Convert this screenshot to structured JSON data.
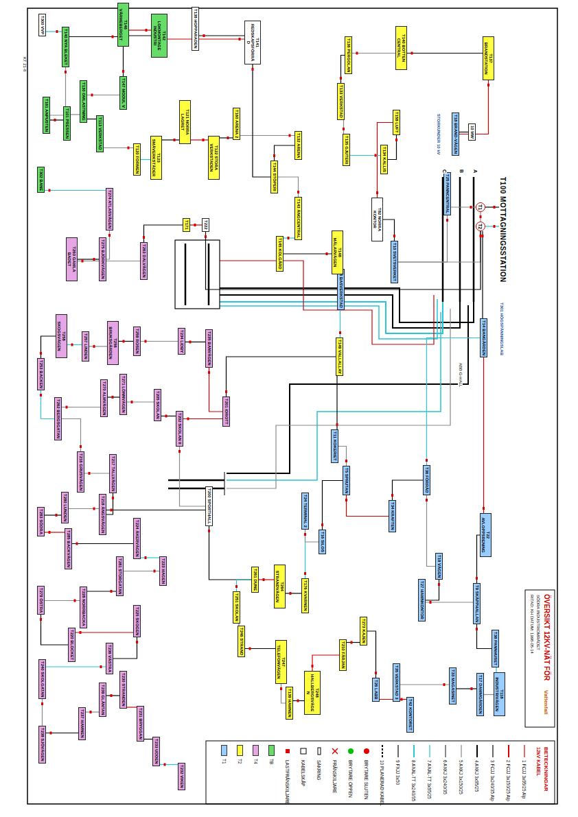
{
  "diagram": {
    "title": "ÖVERSIKT 12KV-NÄT FÖR",
    "nodes": [
      {
        "text": [
          "T100 MOTTAGNINGSSTATION"
        ]
      },
      {
        "text": [
          "T1"
        ]
      },
      {
        "text": [
          "T2"
        ]
      },
      {
        "text": [
          "10 MW"
        ]
      },
      {
        "text": [
          "T18 BRAND-VÄGEN"
        ]
      },
      {
        "text": [
          "T25 PANNCENTRAL"
        ]
      },
      {
        "text": [
          "T82 NORRA KONTOR"
        ]
      },
      {
        "text": [
          "T10 SVETSVERKET"
        ]
      },
      {
        "text": [
          "T4 BASVERKSTAD"
        ]
      },
      {
        "text": [
          "T14 BANGÅRDEN"
        ]
      },
      {
        "text": [
          "T300 VVP"
        ]
      },
      {
        "text": [
          "T140 NYA BLEKET"
        ]
      },
      {
        "text": [
          "T146 VÄRMEBERGET"
        ]
      },
      {
        "text": [
          "T142 LOKMONTAGE INDUSTRI"
        ]
      },
      {
        "text": [
          "T138 HOPPARADEN"
        ]
      },
      {
        "text": [
          "T141 REDSKAPSFÖRRÅD"
        ]
      },
      {
        "text": [
          "T147 MODUL V"
        ]
      },
      {
        "text": [
          "T130 OMLASTNING"
        ]
      },
      {
        "text": [
          "T161 ANPUSTEN"
        ]
      },
      {
        "text": [
          "T101 PRESSEN"
        ]
      },
      {
        "text": [
          "T113 VERKSTAD"
        ]
      },
      {
        "text": [
          "T302 BANE"
        ]
      },
      {
        "text": [
          "T136 PERGOLAN"
        ]
      },
      {
        "text": [
          "T140 BOTTEN CENTRAL"
        ]
      },
      {
        "text": [
          "T137 BRANDSTATION"
        ]
      },
      {
        "text": [
          "T133 VERKSTAD"
        ]
      },
      {
        "text": [
          "T158 LUFT"
        ]
      },
      {
        "text": [
          "T134 KALLIS"
        ]
      },
      {
        "text": [
          "T135 GJUTERI"
        ]
      },
      {
        "text": [
          "T132 ARENA"
        ]
      },
      {
        "text": [
          "T160 ARENA 2"
        ]
      },
      {
        "text": [
          "T121 NORRA LAGRET"
        ]
      },
      {
        "text": [
          "T122 STORA VERKSTADEN"
        ]
      },
      {
        "text": [
          "T123 SMÅVERKSTÄDER"
        ]
      },
      {
        "text": [
          "T120 FORMEN"
        ]
      },
      {
        "text": [
          "T144 STÖPERI"
        ]
      },
      {
        "text": [
          "T143 ÅNGCENTRAL"
        ]
      },
      {
        "text": [
          "T145 KOLGÅRD"
        ]
      },
      {
        "text": [
          "T148 MÄLARVÄGEN"
        ]
      },
      {
        "text": [
          "T171"
        ]
      },
      {
        "text": [
          "T222"
        ]
      },
      {
        "text": [
          "T274 ATLASVÄGEN"
        ]
      },
      {
        "text": [
          "T260 GAMLA BADET"
        ]
      },
      {
        "text": [
          "T275 BJÖRKVÄGEN"
        ]
      },
      {
        "text": [
          "T263 DALVÄGEN"
        ]
      },
      {
        "text": [
          "T258 SKOGSVÄGEN"
        ]
      },
      {
        "text": [
          "T257 LINDEN"
        ]
      },
      {
        "text": [
          "T256 BRUKSGÅRDEN"
        ]
      },
      {
        "text": [
          "T259 ROSEN"
        ]
      },
      {
        "text": [
          "T253 BACKEN"
        ]
      },
      {
        "text": [
          "T234 LIDBY"
        ]
      },
      {
        "text": [
          "T235 BANVÄGEN"
        ]
      },
      {
        "text": [
          "T270 ALMVÄGEN"
        ]
      },
      {
        "text": [
          "T271 LÖNNVÄGEN"
        ]
      },
      {
        "text": [
          "T262 BERGSGATAN"
        ]
      },
      {
        "text": [
          "T205 SKOLAN"
        ]
      },
      {
        "text": [
          "T202 SKOLAN II"
        ]
      },
      {
        "text": [
          "T201 IDROTT"
        ]
      },
      {
        "text": [
          "T216 GRUSVÄGEN"
        ]
      },
      {
        "text": [
          "T217 TALLVÄGEN"
        ]
      },
      {
        "text": [
          "T218 ÄNGSVÄGEN"
        ]
      },
      {
        "text": [
          "T280 LUNDEN"
        ]
      },
      {
        "text": [
          "T283 SÖDRA"
        ]
      },
      {
        "text": [
          "T285 BACKVÄGEN"
        ]
      },
      {
        "text": [
          "T224 ÅKERVÄGEN"
        ]
      },
      {
        "text": [
          "T223 HAGEN"
        ]
      },
      {
        "text": [
          "T281 STORGATAN"
        ]
      },
      {
        "text": [
          "T279 ÖSTRA"
        ]
      },
      {
        "text": [
          "T228 NORRBACKA"
        ]
      },
      {
        "text": [
          "T220 BLOCKET"
        ]
      },
      {
        "text": [
          "T225 SKOGEN"
        ]
      },
      {
        "text": [
          "T236 VÄSTRA"
        ]
      },
      {
        "text": [
          "T240 SKOLGATAN"
        ]
      },
      {
        "text": [
          "T238 SJÖVÄGEN"
        ]
      },
      {
        "text": [
          "T237 HAMNEN"
        ]
      },
      {
        "text": [
          "T239 GLÄNTAN"
        ]
      },
      {
        "text": [
          "T230 STRANDEN"
        ]
      },
      {
        "text": [
          "T231 BRYGGAN"
        ]
      },
      {
        "text": [
          "T233 UDDEN"
        ]
      },
      {
        "text": [
          "T232 VIKEN"
        ]
      },
      {
        "text": [
          "T200 SPORTHALL"
        ]
      },
      {
        "text": [
          "T149 VALLALLAY"
        ]
      },
      {
        "text": [
          "T261 DUNE"
        ]
      },
      {
        "text": [
          "T264 STRANDVÄGEN"
        ]
      },
      {
        "text": [
          "T251 SKOLAN"
        ]
      },
      {
        "text": [
          "T246 STRAND"
        ]
      },
      {
        "text": [
          "T247 TELEFONVÄGEN"
        ]
      },
      {
        "text": [
          "T248 HALLBERGSVÄGEN"
        ]
      },
      {
        "text": [
          "T176 KVARNEN"
        ]
      },
      {
        "text": [
          "T139 HAMNEN"
        ]
      },
      {
        "text": [
          "T210 FÄRJAN"
        ]
      },
      {
        "text": [
          "T273 KAJEN"
        ]
      },
      {
        "text": [
          "T24 TERMINAL 2"
        ]
      },
      {
        "text": [
          "T16 SILOS"
        ]
      },
      {
        "text": [
          "T5 SPRUTAN"
        ]
      },
      {
        "text": [
          "T11 KOKERIET"
        ]
      },
      {
        "text": [
          "T34 KRAFTEN"
        ]
      },
      {
        "text": [
          "T36 FÖRRÅD"
        ]
      },
      {
        "text": [
          "T19 VÄGEN"
        ]
      },
      {
        "text": [
          "T22 AVLOPPSRENING"
        ]
      },
      {
        "text": [
          "T27 HAMNKONTOR"
        ]
      },
      {
        "text": [
          "T9 SKÄPPHALLAN"
        ]
      },
      {
        "text": [
          "T38 PANNHUSET"
        ]
      },
      {
        "text": [
          "T17 DAMMGÅRDEN"
        ]
      },
      {
        "text": [
          "T118 INDUSTRIVÄGEN"
        ]
      },
      {
        "text": [
          "T33 MAGASINET"
        ]
      },
      {
        "text": [
          "T35 VERKSTAD 3"
        ]
      },
      {
        "text": [
          "T42 KONTORET"
        ]
      },
      {
        "text": [
          "T26 LABB"
        ]
      }
    ],
    "edges": [
      {
        "from": 4,
        "to": 3,
        "arrow": "none"
      },
      {
        "from": 5,
        "to": 7,
        "arrow": "none"
      },
      {
        "from": 7,
        "to": 6,
        "arrow": "none"
      },
      {
        "from": 6,
        "to": 26,
        "arrow": "none"
      },
      {
        "from": 26,
        "to": 27,
        "arrow": "none"
      },
      {
        "from": 27,
        "to": 28,
        "arrow": "none"
      },
      {
        "from": 28,
        "to": 25,
        "arrow": "none"
      },
      {
        "from": 25,
        "to": 22,
        "arrow": "none"
      },
      {
        "from": 22,
        "to": 23,
        "arrow": "none"
      },
      {
        "from": 23,
        "to": 24,
        "arrow": "none"
      },
      {
        "from": 24,
        "to": 4,
        "arrow": "none"
      },
      {
        "from": 0,
        "to": 1,
        "arrow": "none"
      },
      {
        "from": 0,
        "to": 2,
        "arrow": "none"
      },
      {
        "from": 1,
        "to": 5,
        "arrow": "none"
      },
      {
        "from": 2,
        "to": 9,
        "arrow": "none"
      },
      {
        "from": 1,
        "to": 7,
        "arrow": "none"
      },
      {
        "from": 2,
        "to": 8,
        "arrow": "none"
      },
      {
        "from": 8,
        "to": 38,
        "arrow": "none"
      },
      {
        "from": 38,
        "to": 37,
        "arrow": "none"
      },
      {
        "from": 37,
        "to": 36,
        "arrow": "none"
      },
      {
        "from": 36,
        "to": 35,
        "arrow": "none"
      },
      {
        "from": 35,
        "to": 29,
        "arrow": "none"
      },
      {
        "from": 29,
        "to": 30,
        "arrow": "none"
      },
      {
        "from": 30,
        "to": 32,
        "arrow": "none"
      },
      {
        "from": 32,
        "to": 31,
        "arrow": "none"
      },
      {
        "from": 31,
        "to": 33,
        "arrow": "none"
      },
      {
        "from": 33,
        "to": 34,
        "arrow": "none"
      },
      {
        "from": 34,
        "to": 20,
        "arrow": "none"
      },
      {
        "from": 20,
        "to": 17,
        "arrow": "none"
      },
      {
        "from": 17,
        "to": 16,
        "arrow": "none"
      },
      {
        "from": 16,
        "to": 13,
        "arrow": "none"
      },
      {
        "from": 13,
        "to": 12,
        "arrow": "none"
      },
      {
        "from": 12,
        "to": 11,
        "arrow": "none"
      },
      {
        "from": 11,
        "to": 10,
        "arrow": "none"
      },
      {
        "from": 11,
        "to": 18,
        "arrow": "none"
      },
      {
        "from": 18,
        "to": 19,
        "arrow": "none"
      },
      {
        "from": 19,
        "to": 17,
        "arrow": "none"
      },
      {
        "from": 14,
        "to": 15,
        "arrow": "none"
      },
      {
        "from": 15,
        "to": 13,
        "arrow": "none"
      },
      {
        "from": 15,
        "to": 35,
        "arrow": "none"
      },
      {
        "from": 21,
        "to": 41,
        "arrow": "none"
      },
      {
        "from": 41,
        "to": 43,
        "arrow": "none"
      },
      {
        "from": 43,
        "to": 42,
        "arrow": "none"
      },
      {
        "from": 42,
        "to": 44,
        "arrow": "none"
      },
      {
        "from": 44,
        "to": 39,
        "arrow": "none"
      },
      {
        "from": 39,
        "to": 40,
        "arrow": "none"
      },
      {
        "from": 40,
        "to": 8,
        "arrow": "none"
      },
      {
        "from": 45,
        "to": 46,
        "arrow": "none"
      },
      {
        "from": 46,
        "to": 47,
        "arrow": "none"
      },
      {
        "from": 47,
        "to": 48,
        "arrow": "none"
      },
      {
        "from": 48,
        "to": 50,
        "arrow": "none"
      },
      {
        "from": 50,
        "to": 51,
        "arrow": "none"
      },
      {
        "from": 51,
        "to": 57,
        "arrow": "none"
      },
      {
        "from": 49,
        "to": 45,
        "arrow": "none"
      },
      {
        "from": 49,
        "to": 54,
        "arrow": "none"
      },
      {
        "from": 54,
        "to": 52,
        "arrow": "none"
      },
      {
        "from": 52,
        "to": 53,
        "arrow": "none"
      },
      {
        "from": 53,
        "to": 55,
        "arrow": "none"
      },
      {
        "from": 55,
        "to": 56,
        "arrow": "none"
      },
      {
        "from": 56,
        "to": 57,
        "arrow": "none"
      },
      {
        "from": 57,
        "to": 81,
        "arrow": "none"
      },
      {
        "from": 81,
        "to": 8,
        "arrow": "none"
      },
      {
        "from": 58,
        "to": 59,
        "arrow": "none"
      },
      {
        "from": 59,
        "to": 60,
        "arrow": "none"
      },
      {
        "from": 60,
        "to": 61,
        "arrow": "none"
      },
      {
        "from": 61,
        "to": 62,
        "arrow": "none"
      },
      {
        "from": 62,
        "to": 63,
        "arrow": "none"
      },
      {
        "from": 63,
        "to": 64,
        "arrow": "none"
      },
      {
        "from": 64,
        "to": 65,
        "arrow": "none"
      },
      {
        "from": 65,
        "to": 66,
        "arrow": "none"
      },
      {
        "from": 66,
        "to": 68,
        "arrow": "none"
      },
      {
        "from": 68,
        "to": 67,
        "arrow": "none"
      },
      {
        "from": 67,
        "to": 69,
        "arrow": "none"
      },
      {
        "from": 69,
        "to": 70,
        "arrow": "none"
      },
      {
        "from": 70,
        "to": 71,
        "arrow": "none"
      },
      {
        "from": 71,
        "to": 72,
        "arrow": "none"
      },
      {
        "from": 72,
        "to": 73,
        "arrow": "none"
      },
      {
        "from": 73,
        "to": 74,
        "arrow": "none"
      },
      {
        "from": 74,
        "to": 75,
        "arrow": "none"
      },
      {
        "from": 75,
        "to": 76,
        "arrow": "none"
      },
      {
        "from": 76,
        "to": 77,
        "arrow": "none"
      },
      {
        "from": 77,
        "to": 78,
        "arrow": "none"
      },
      {
        "from": 78,
        "to": 79,
        "arrow": "none"
      },
      {
        "from": 58,
        "to": 54,
        "arrow": "none"
      },
      {
        "from": 60,
        "to": 80,
        "arrow": "none"
      },
      {
        "from": 56,
        "to": 80,
        "arrow": "none"
      },
      {
        "from": 80,
        "to": 82,
        "arrow": "none"
      },
      {
        "from": 82,
        "to": 83,
        "arrow": "none"
      },
      {
        "from": 83,
        "to": 88,
        "arrow": "none"
      },
      {
        "from": 84,
        "to": 82,
        "arrow": "none"
      },
      {
        "from": 84,
        "to": 85,
        "arrow": "none"
      },
      {
        "from": 85,
        "to": 86,
        "arrow": "none"
      },
      {
        "from": 86,
        "to": 89,
        "arrow": "none"
      },
      {
        "from": 89,
        "to": 87,
        "arrow": "none"
      },
      {
        "from": 87,
        "to": 90,
        "arrow": "none"
      },
      {
        "from": 90,
        "to": 91,
        "arrow": "none"
      },
      {
        "from": 88,
        "to": 92,
        "arrow": "none"
      },
      {
        "from": 92,
        "to": 93,
        "arrow": "none"
      },
      {
        "from": 93,
        "to": 94,
        "arrow": "none"
      },
      {
        "from": 94,
        "to": 95,
        "arrow": "none"
      },
      {
        "from": 95,
        "to": 81,
        "arrow": "none"
      },
      {
        "from": 94,
        "to": 96,
        "arrow": "none"
      },
      {
        "from": 96,
        "to": 97,
        "arrow": "none"
      },
      {
        "from": 97,
        "to": 9,
        "arrow": "none"
      },
      {
        "from": 97,
        "to": 98,
        "arrow": "none"
      },
      {
        "from": 98,
        "to": 100,
        "arrow": "none"
      },
      {
        "from": 100,
        "to": 101,
        "arrow": "none"
      },
      {
        "from": 101,
        "to": 99,
        "arrow": "none"
      },
      {
        "from": 99,
        "to": 9,
        "arrow": "none"
      },
      {
        "from": 101,
        "to": 102,
        "arrow": "none"
      },
      {
        "from": 102,
        "to": 104,
        "arrow": "none"
      },
      {
        "from": 104,
        "to": 103,
        "arrow": "none"
      },
      {
        "from": 103,
        "to": 105,
        "arrow": "none"
      },
      {
        "from": 105,
        "to": 106,
        "arrow": "none"
      },
      {
        "from": 106,
        "to": 107,
        "arrow": "none"
      },
      {
        "from": 107,
        "to": 108,
        "arrow": "none"
      },
      {
        "from": 108,
        "to": 91,
        "arrow": "none"
      }
    ],
    "labels": [
      "KT 21-8",
      "A",
      "B",
      "C",
      "STORKUNDER 10 kV",
      "T301 HÖGSPÄNNINGSLAB",
      "ABB G-HALL",
      "SÖDRA INDUSTRIOMRÅDET",
      "RITAD: KH   DATUM: 1998-05-14",
      "Vattenfall",
      "BETECKNINGAR",
      "12kV KABEL"
    ],
    "legend": [
      {
        "text": "1 FCJJ 3x95/25 Alp"
      },
      {
        "text": "2 FCJJ 3x150/25 Alp"
      },
      {
        "text": "3 FCJJ 3x240/35 Alp"
      },
      {
        "text": "4 AXKJ 3x95/25"
      },
      {
        "text": "5 AXKJ 3x150/25"
      },
      {
        "text": "6 AXKJ 3x240/35"
      },
      {
        "text": "7 AXAL-TT 3x95/25"
      },
      {
        "text": "8 AXAL-TT 3x240/35"
      },
      {
        "text": "9 FXJJ 3x50"
      },
      {
        "text": "10 PLANERAD KABEL"
      },
      {
        "text": "BRYTARE SLUTEN"
      },
      {
        "text": "BRYTARE ÖPPEN"
      },
      {
        "text": "FRÅNSKILJARE"
      },
      {
        "text": "SÄKRING"
      },
      {
        "text": "KABELSKÅP"
      },
      {
        "text": "LASTFRÅNSKILJARE"
      },
      {
        "text": "TB",
        "color": "#66dd66"
      },
      {
        "text": "T4",
        "color": "#e6a6e6"
      },
      {
        "text": "T2",
        "color": "#ffff40"
      },
      {
        "text": "T1",
        "color": "#99ccff"
      }
    ]
  }
}
